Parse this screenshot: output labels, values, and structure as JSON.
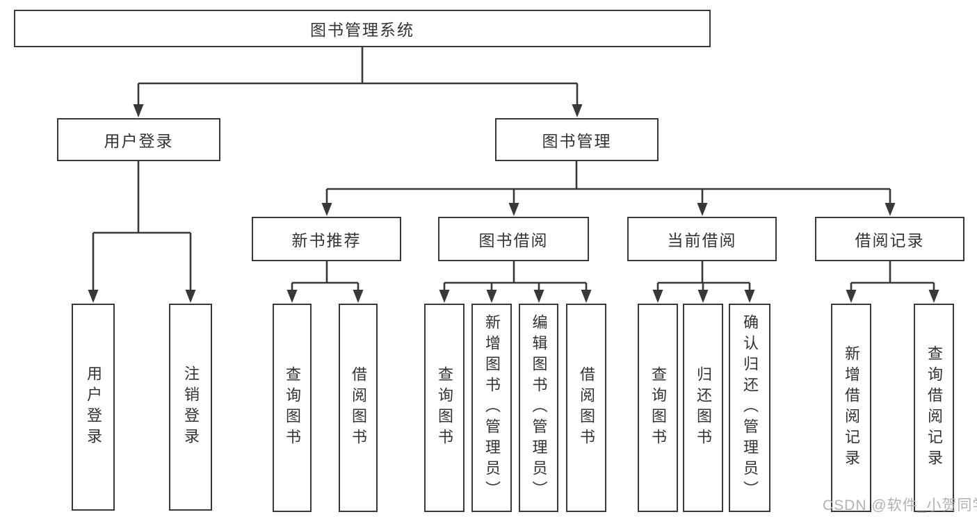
{
  "diagram_title": "图书管理系统",
  "nodes": {
    "root": "图书管理系统",
    "user_login": "用户登录",
    "book_mgmt": "图书管理",
    "new_book_rec": "新书推荐",
    "book_borrow": "图书借阅",
    "current_borrow": "当前借阅",
    "borrow_records": "借阅记录",
    "leaf_user_login": "用户登录",
    "leaf_logout": "注销登录",
    "leaf_nbr_query": "查询图书",
    "leaf_nbr_borrow": "借阅图书",
    "leaf_bb_query": "查询图书",
    "leaf_bb_add": "新增图书（管理员）",
    "leaf_bb_edit": "编辑图书（管理员）",
    "leaf_bb_borrow": "借阅图书",
    "leaf_cb_query": "查询图书",
    "leaf_cb_return": "归还图书",
    "leaf_cb_confirm": "确认归还（管理员）",
    "leaf_br_add": "新增借阅记录",
    "leaf_br_query": "查询借阅记录"
  },
  "hierarchy": {
    "图书管理系统": {
      "用户登录": [
        "用户登录",
        "注销登录"
      ],
      "图书管理": {
        "新书推荐": [
          "查询图书",
          "借阅图书"
        ],
        "图书借阅": [
          "查询图书",
          "新增图书（管理员）",
          "编辑图书（管理员）",
          "借阅图书"
        ],
        "当前借阅": [
          "查询图书",
          "归还图书",
          "确认归还（管理员）"
        ],
        "借阅记录": [
          "新增借阅记录",
          "查询借阅记录"
        ]
      }
    }
  },
  "watermark": {
    "text": "CSDN @软件_小贺同学"
  },
  "colors": {
    "line": "#383838",
    "box_border": "#383838",
    "text": "#333333",
    "watermark": "#b2b2b2",
    "background": "#ffffff"
  }
}
